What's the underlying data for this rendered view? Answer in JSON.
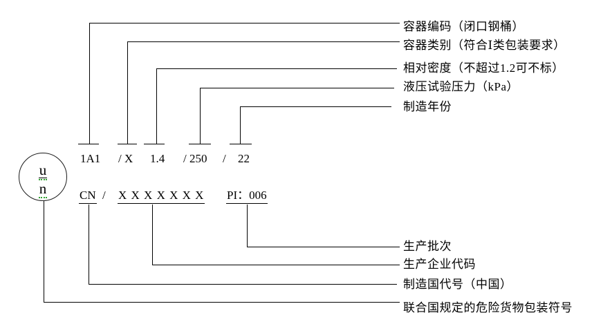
{
  "colors": {
    "line": "#000000",
    "text": "#000000",
    "background": "#ffffff",
    "spellcheck_squiggle": "#2fa12f"
  },
  "un_symbol": {
    "letter_top": "u",
    "letter_bottom": "n"
  },
  "code_line_1": {
    "container_code": "1A1",
    "container_class": "/ X",
    "relative_density": "1.4",
    "test_pressure": "/ 250",
    "separator": "/",
    "manufacture_year": "22"
  },
  "code_line_2": {
    "country_code": "CN",
    "separator": "/",
    "manufacturer_code": "X X X X X X X",
    "batch_code": "PI：006"
  },
  "top_labels": [
    {
      "text": "容器编码（闭口钢桶）"
    },
    {
      "text": "容器类别（符合Ⅰ类包装要求）"
    },
    {
      "text": "相对密度（不超过1.2可不标）"
    },
    {
      "text": "液压试验压力（kPa）"
    },
    {
      "text": "制造年份"
    }
  ],
  "bottom_labels": [
    {
      "text": "生产批次"
    },
    {
      "text": "生产企业代码"
    },
    {
      "text": "制造国代号（中国）"
    },
    {
      "text": "联合国规定的危险货物包装符号"
    }
  ]
}
